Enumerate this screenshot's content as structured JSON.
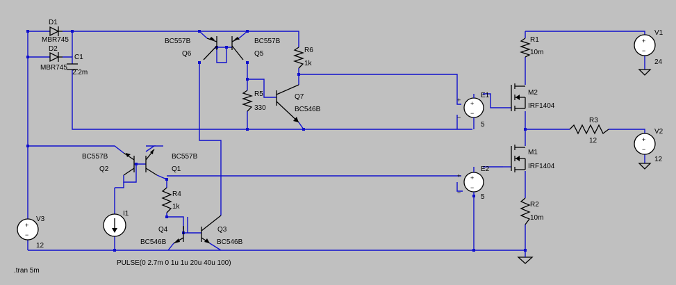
{
  "components": {
    "D1": {
      "ref": "D1",
      "model": "MBR745"
    },
    "D2": {
      "ref": "D2",
      "model": "MBR745"
    },
    "C1": {
      "ref": "C1",
      "value": "2.2m"
    },
    "Q6": {
      "ref": "Q6",
      "model": "BC557B"
    },
    "Q5": {
      "ref": "Q5",
      "model": "BC557B"
    },
    "R6": {
      "ref": "R6",
      "value": "1k"
    },
    "R5": {
      "ref": "R5",
      "value": "330"
    },
    "Q7": {
      "ref": "Q7",
      "model": "BC546B"
    },
    "E1": {
      "ref": "E1",
      "value": "5"
    },
    "M2": {
      "ref": "M2",
      "model": "IRF1404"
    },
    "R1": {
      "ref": "R1",
      "value": "10m"
    },
    "V1": {
      "ref": "V1",
      "value": "24"
    },
    "R3": {
      "ref": "R3",
      "value": "12"
    },
    "V2": {
      "ref": "V2",
      "value": "12"
    },
    "M1": {
      "ref": "M1",
      "model": "IRF1404"
    },
    "E2": {
      "ref": "E2",
      "value": "5"
    },
    "R2": {
      "ref": "R2",
      "value": "10m"
    },
    "Q2": {
      "ref": "Q2",
      "model": "BC557B"
    },
    "Q1": {
      "ref": "Q1",
      "model": "BC557B"
    },
    "R4": {
      "ref": "R4",
      "value": "1k"
    },
    "I1": {
      "ref": "I1"
    },
    "Q4": {
      "ref": "Q4",
      "model": "BC546B"
    },
    "Q3": {
      "ref": "Q3",
      "model": "BC546B"
    },
    "V3": {
      "ref": "V3",
      "value": "12"
    }
  },
  "pulse_spec": "PULSE(0 2.7m 0 1u 1u 20u 40u 100)",
  "directive": ".tran 5m",
  "symbols": {
    "plus": "+",
    "minus": "−"
  },
  "colors": {
    "background": "#c0c0c0",
    "wire": "#1010cc",
    "symbol": "#000000",
    "source_fill": "#ffffff"
  }
}
